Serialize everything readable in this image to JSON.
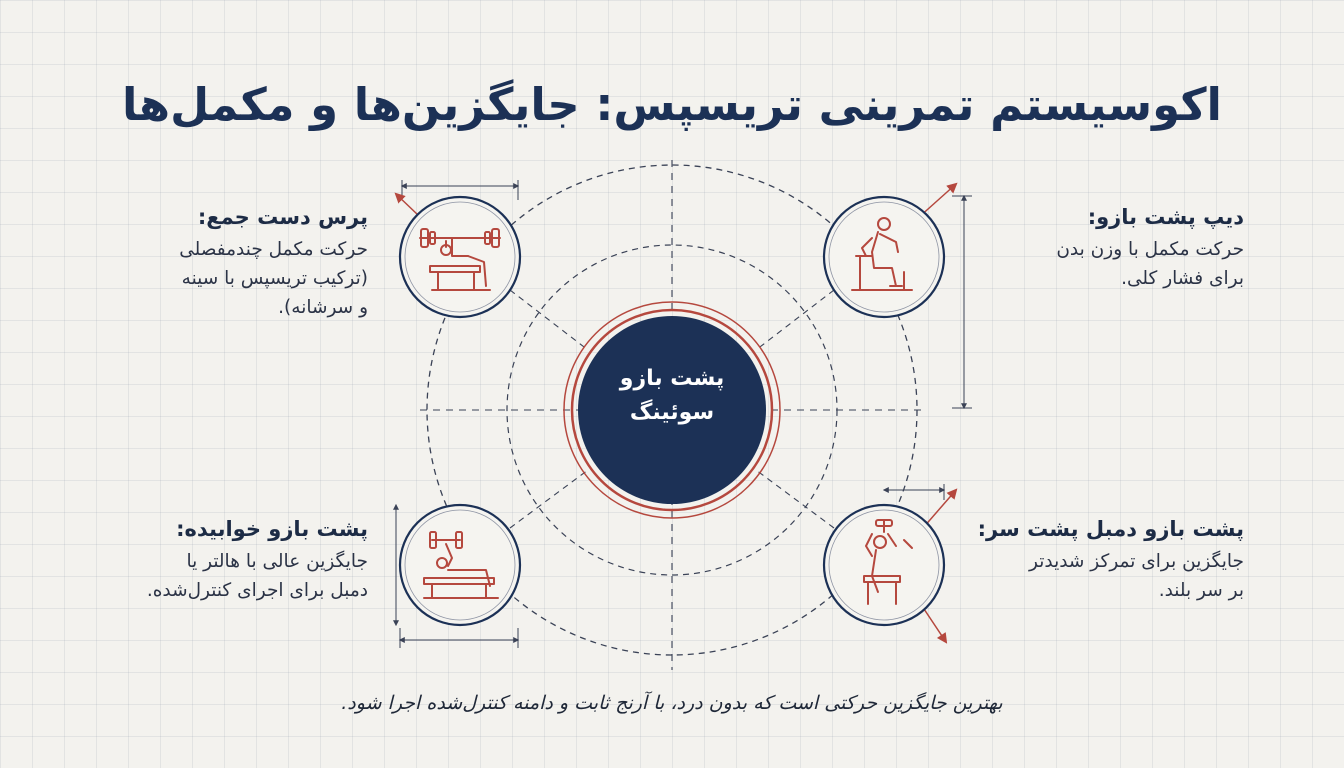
{
  "title": "اکوسیستم تمرینی تریسپس: جایگزین‌ها و مکمل‌ها",
  "center": {
    "line1": "پشت بازو",
    "line2": "سوئینگ"
  },
  "items": [
    {
      "id": "close-grip-press",
      "title": "پرس دست جمع:",
      "lines": [
        "حرکت مکمل چندمفصلی",
        "(ترکیب تریسپس با سینه",
        "و سرشانه)."
      ],
      "icon": "bench-press-icon"
    },
    {
      "id": "triceps-dip",
      "title": "دیپ پشت بازو:",
      "lines": [
        "حرکت مکمل با وزن بدن",
        "برای فشار کلی."
      ],
      "icon": "dip-icon"
    },
    {
      "id": "lying-triceps",
      "title": "پشت بازو خوابیده:",
      "lines": [
        "جایگزین عالی با هالتر یا",
        "دمبل برای اجرای کنترل‌شده."
      ],
      "icon": "lying-extension-icon"
    },
    {
      "id": "overhead-dumbbell",
      "title": "پشت بازو دمبل پشت سر:",
      "lines": [
        "جایگزین برای تمرکز شدیدتر",
        "بر سر بلند."
      ],
      "icon": "overhead-extension-icon"
    }
  ],
  "footer": "بهترین جایگزین حرکتی است که بدون درد، با آرنج ثابت و دامنه کنترل‌شده اجرا شود.",
  "colors": {
    "navy": "#1c3156",
    "accent": "#b5483e",
    "line": "#2b3346"
  }
}
